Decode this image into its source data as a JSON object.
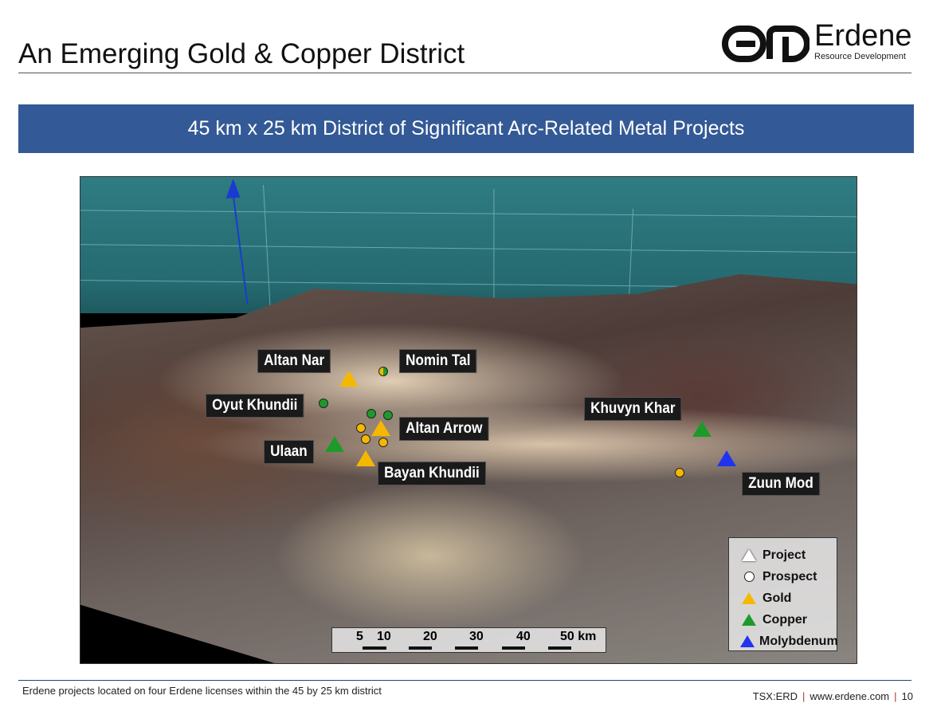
{
  "header": {
    "title": "An Emerging Gold & Copper District",
    "logo_name": "Erdene",
    "logo_sub": "Resource Development",
    "logo_mark": "ERD"
  },
  "banner": "45 km x 25 km District of Significant Arc-Related Metal Projects",
  "map": {
    "labels": [
      "Altan Nar",
      "Nomin Tal",
      "Oyut Khundii",
      "Altan Arrow",
      "Ulaan",
      "Bayan Khundii",
      "Khuvyn Khar",
      "Zuun Mod"
    ],
    "legend": [
      "Project",
      "Prospect",
      "Gold",
      "Copper",
      "Molybdenum"
    ],
    "scale": [
      "5",
      "10",
      "20",
      "30",
      "40",
      "50 km"
    ],
    "colors": {
      "gold": "#f5b800",
      "copper": "#1e9a2a",
      "molybdenum": "#2233ee"
    }
  },
  "footer": {
    "caption": "Erdene projects located on four Erdene licenses within the 45 by 25 km district",
    "ticker": "TSX:ERD",
    "website": "www.erdene.com",
    "page": "10"
  }
}
